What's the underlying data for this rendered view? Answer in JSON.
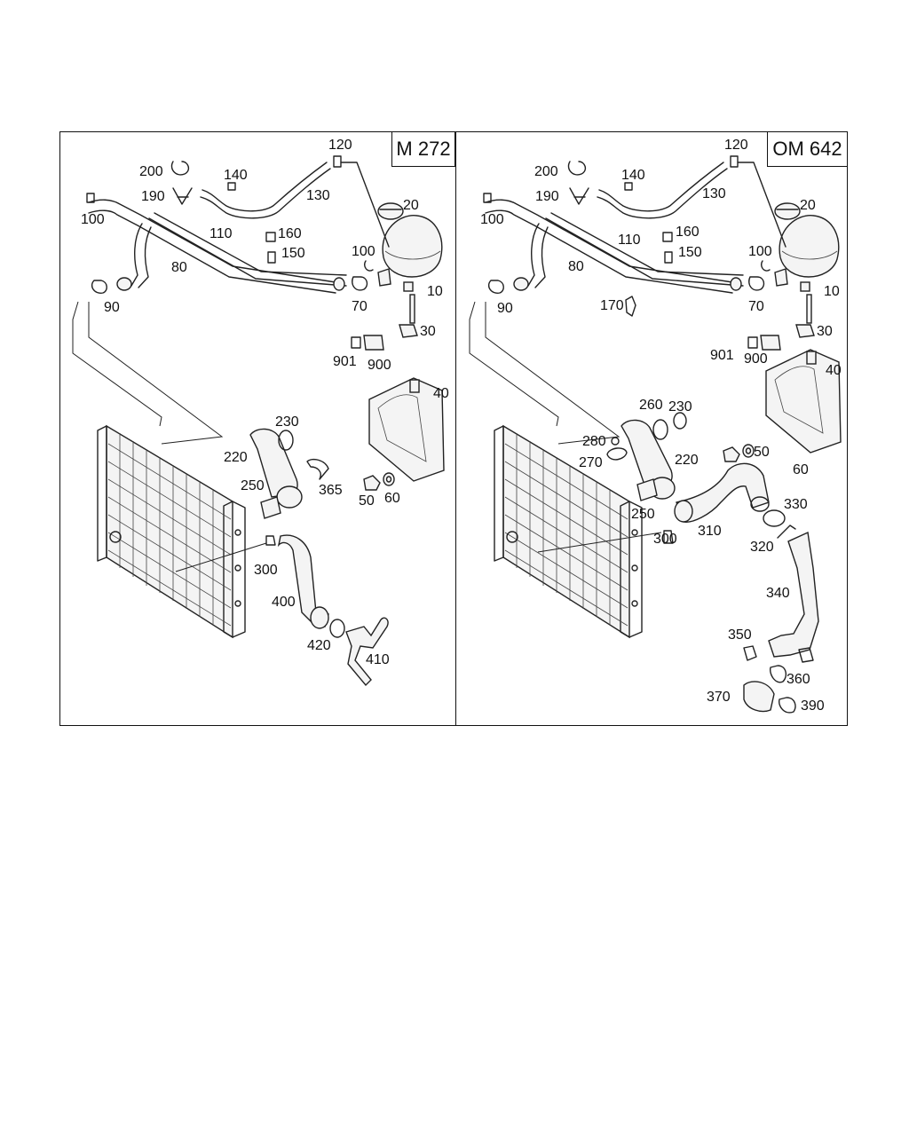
{
  "panels": [
    {
      "model": "M 272",
      "labels": [
        {
          "text": "120"
        },
        {
          "text": "200"
        },
        {
          "text": "140"
        },
        {
          "text": "190"
        },
        {
          "text": "130"
        },
        {
          "text": "20"
        },
        {
          "text": "100"
        },
        {
          "text": "110"
        },
        {
          "text": "160"
        },
        {
          "text": "150"
        },
        {
          "text": "100"
        },
        {
          "text": "80"
        },
        {
          "text": "90"
        },
        {
          "text": "70"
        },
        {
          "text": "10"
        },
        {
          "text": "30"
        },
        {
          "text": "901"
        },
        {
          "text": "900"
        },
        {
          "text": "40"
        },
        {
          "text": "230"
        },
        {
          "text": "220"
        },
        {
          "text": "250"
        },
        {
          "text": "365"
        },
        {
          "text": "50"
        },
        {
          "text": "60"
        },
        {
          "text": "300"
        },
        {
          "text": "400"
        },
        {
          "text": "420"
        },
        {
          "text": "410"
        }
      ]
    },
    {
      "model": "OM 642",
      "labels": [
        {
          "text": "120"
        },
        {
          "text": "200"
        },
        {
          "text": "140"
        },
        {
          "text": "190"
        },
        {
          "text": "130"
        },
        {
          "text": "20"
        },
        {
          "text": "100"
        },
        {
          "text": "110"
        },
        {
          "text": "160"
        },
        {
          "text": "150"
        },
        {
          "text": "100"
        },
        {
          "text": "80"
        },
        {
          "text": "90"
        },
        {
          "text": "170"
        },
        {
          "text": "70"
        },
        {
          "text": "10"
        },
        {
          "text": "30"
        },
        {
          "text": "901"
        },
        {
          "text": "900"
        },
        {
          "text": "40"
        },
        {
          "text": "260"
        },
        {
          "text": "230"
        },
        {
          "text": "280"
        },
        {
          "text": "220"
        },
        {
          "text": "270"
        },
        {
          "text": "50"
        },
        {
          "text": "60"
        },
        {
          "text": "330"
        },
        {
          "text": "250"
        },
        {
          "text": "310"
        },
        {
          "text": "300"
        },
        {
          "text": "320"
        },
        {
          "text": "340"
        },
        {
          "text": "350"
        },
        {
          "text": "360"
        },
        {
          "text": "370"
        },
        {
          "text": "390"
        }
      ]
    }
  ]
}
